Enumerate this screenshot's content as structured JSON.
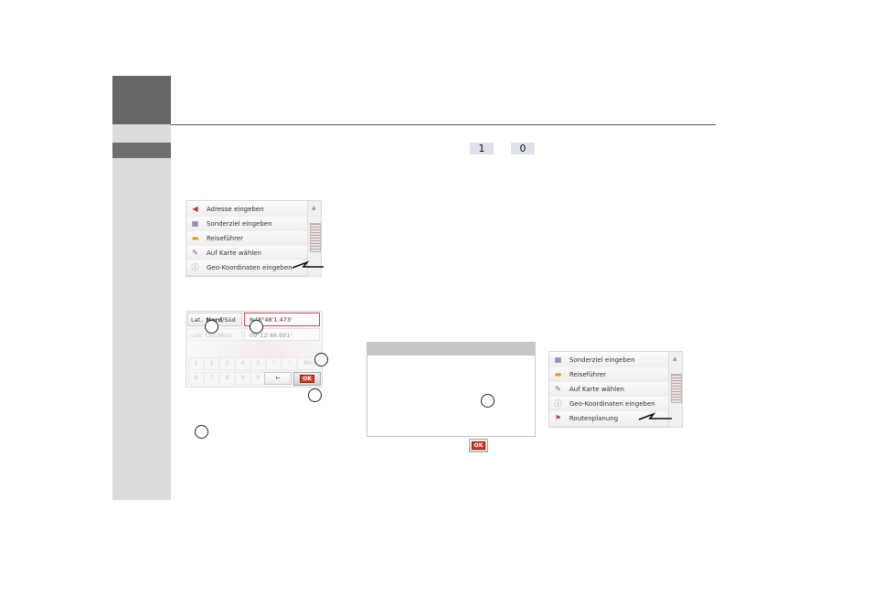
{
  "page_numbers": {
    "first": "1",
    "second": "0"
  },
  "menu_top": {
    "items": [
      {
        "label": "Adresse eingeben",
        "icon": "flag-icon"
      },
      {
        "label": "Sonderziel eingeben",
        "icon": "poi-icon"
      },
      {
        "label": "Reiseführer",
        "icon": "travel-guide-icon"
      },
      {
        "label": "Auf Karte wählen",
        "icon": "map-icon"
      },
      {
        "label": "Geo-Koordinaten eingeben",
        "icon": "globe-icon"
      }
    ]
  },
  "coordinates": {
    "lat_button": "Lat.",
    "lat_nord": "Nord",
    "lat_sued": "/Süd",
    "lat_value": "N48°48'1.473'",
    "lon_button": "Lon.",
    "lon_dir": "Ost/West",
    "lon_value": "09°12'46.991'",
    "unit_key": "Min",
    "keys_row1": [
      "1",
      "2",
      "3",
      "4",
      "5",
      "°",
      "'"
    ],
    "keys_row2": [
      "6",
      "7",
      "8",
      "9",
      "0"
    ],
    "back_key": "←",
    "ok_label": "OK"
  },
  "callouts": {
    "c1": "",
    "c2": "",
    "c3": "",
    "c4": "",
    "c5": "",
    "c6": ""
  },
  "inline_ok": "OK",
  "menu_bottom": {
    "items": [
      {
        "label": "Sonderziel eingeben",
        "icon": "poi-icon"
      },
      {
        "label": "Reiseführer",
        "icon": "travel-guide-icon"
      },
      {
        "label": "Auf Karte wählen",
        "icon": "map-icon"
      },
      {
        "label": "Geo-Koordinaten eingeben",
        "icon": "globe-icon"
      },
      {
        "label": "Routenplanung",
        "icon": "route-icon"
      }
    ]
  },
  "colors": {
    "sidebar": "#dcdcdc",
    "sidebar_top": "#666666",
    "accent": "#e23a2a"
  }
}
